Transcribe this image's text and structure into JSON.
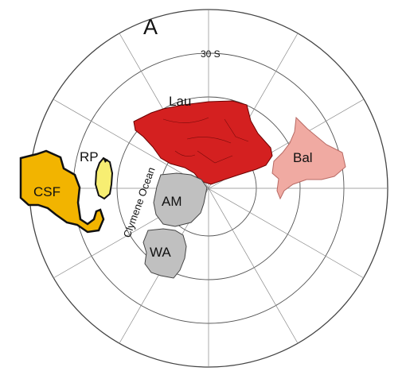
{
  "figure": {
    "panel_label": "A",
    "latitude_label": "30 S",
    "ocean_label": "Clymene Ocean",
    "blocks": [
      {
        "id": "laurentia",
        "label": "Lau",
        "color": "#d42020"
      },
      {
        "id": "baltica",
        "label": "Bal",
        "color": "#f0aaa2"
      },
      {
        "id": "rio-de-la-plata",
        "label": "RP",
        "color": "#f7ee72"
      },
      {
        "id": "sao-francisco-congo",
        "label": "CSF",
        "color": "#f2b400"
      },
      {
        "id": "amazonia",
        "label": "AM",
        "color": "#c0c0c0"
      },
      {
        "id": "west-africa",
        "label": "WA",
        "color": "#c0c0c0"
      }
    ]
  }
}
